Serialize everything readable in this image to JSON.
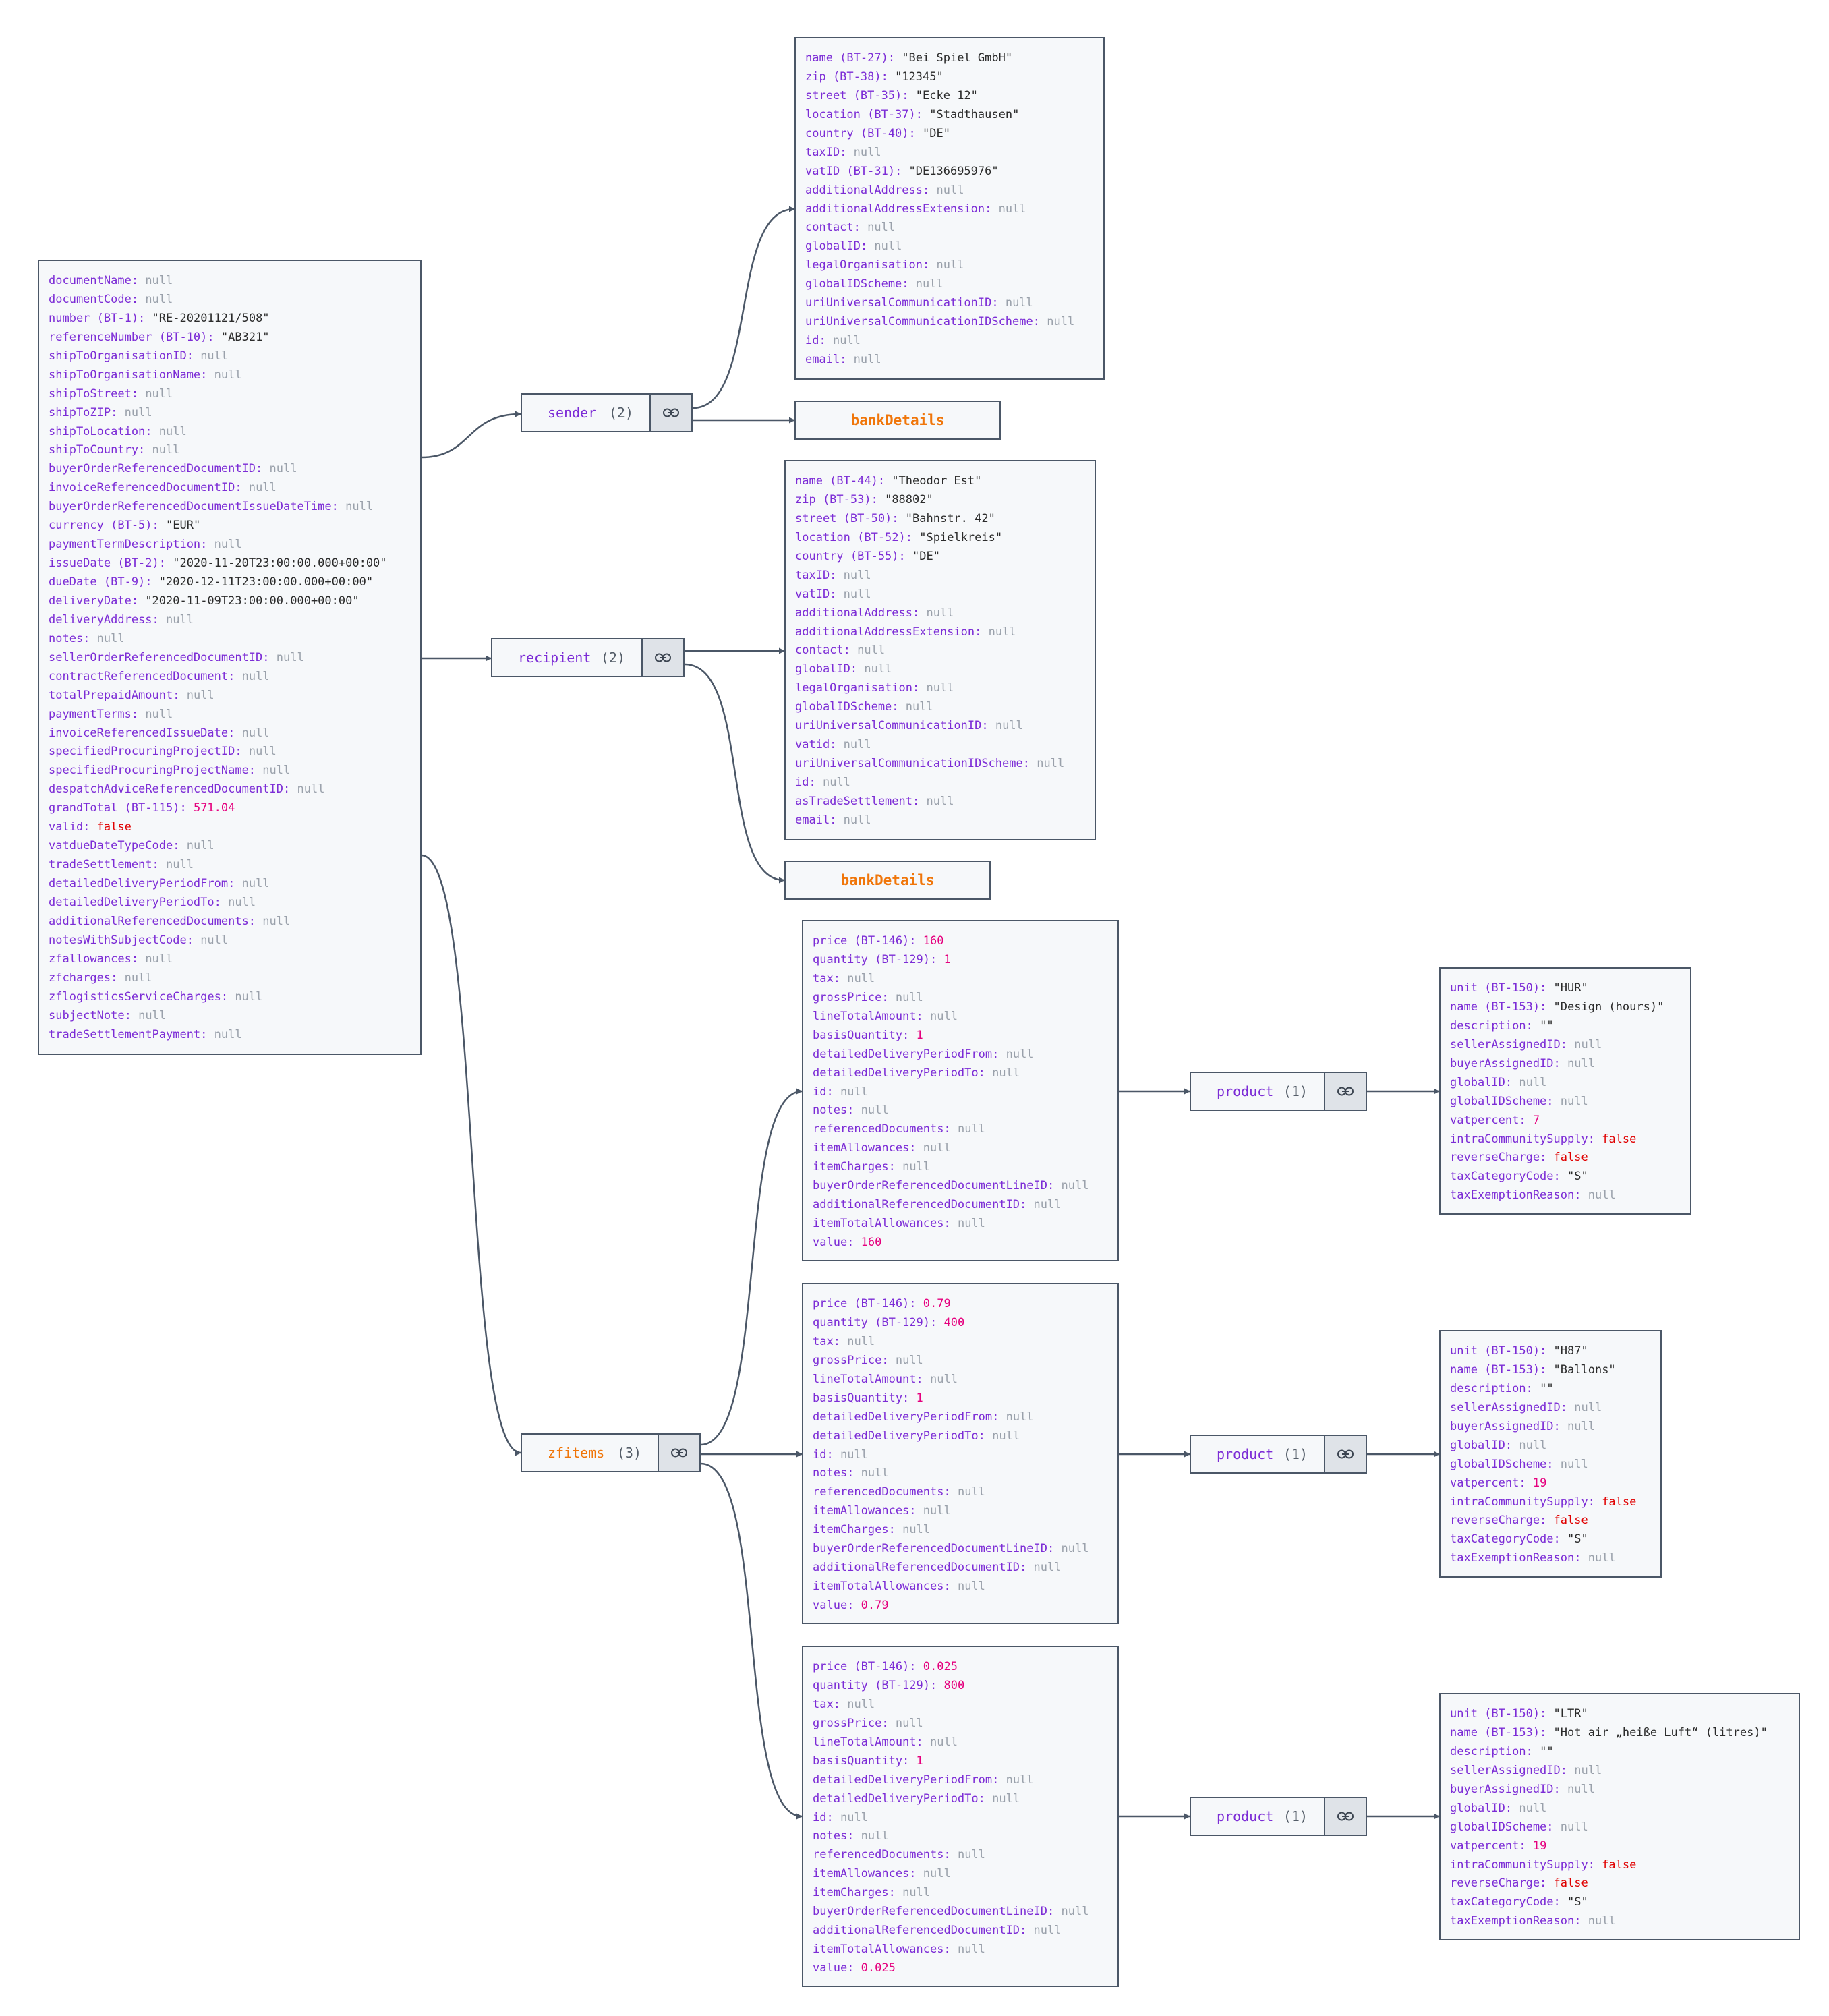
{
  "root": {
    "rows": [
      {
        "k": "documentName:",
        "v": "null",
        "t": "null"
      },
      {
        "k": "documentCode:",
        "v": "null",
        "t": "null"
      },
      {
        "k": "number (BT-1):",
        "v": "\"RE-20201121/508\"",
        "t": "str"
      },
      {
        "k": "referenceNumber (BT-10):",
        "v": "\"AB321\"",
        "t": "str"
      },
      {
        "k": "shipToOrganisationID:",
        "v": "null",
        "t": "null"
      },
      {
        "k": "shipToOrganisationName:",
        "v": "null",
        "t": "null"
      },
      {
        "k": "shipToStreet:",
        "v": "null",
        "t": "null"
      },
      {
        "k": "shipToZIP:",
        "v": "null",
        "t": "null"
      },
      {
        "k": "shipToLocation:",
        "v": "null",
        "t": "null"
      },
      {
        "k": "shipToCountry:",
        "v": "null",
        "t": "null"
      },
      {
        "k": "buyerOrderReferencedDocumentID:",
        "v": "null",
        "t": "null"
      },
      {
        "k": "invoiceReferencedDocumentID:",
        "v": "null",
        "t": "null"
      },
      {
        "k": "buyerOrderReferencedDocumentIssueDateTime:",
        "v": "null",
        "t": "null"
      },
      {
        "k": "currency (BT-5):",
        "v": "\"EUR\"",
        "t": "str"
      },
      {
        "k": "paymentTermDescription:",
        "v": "null",
        "t": "null"
      },
      {
        "k": "issueDate (BT-2):",
        "v": "\"2020-11-20T23:00:00.000+00:00\"",
        "t": "str"
      },
      {
        "k": "dueDate (BT-9):",
        "v": "\"2020-12-11T23:00:00.000+00:00\"",
        "t": "str"
      },
      {
        "k": "deliveryDate:",
        "v": "\"2020-11-09T23:00:00.000+00:00\"",
        "t": "str"
      },
      {
        "k": "deliveryAddress:",
        "v": "null",
        "t": "null"
      },
      {
        "k": "notes:",
        "v": "null",
        "t": "null"
      },
      {
        "k": "sellerOrderReferencedDocumentID:",
        "v": "null",
        "t": "null"
      },
      {
        "k": "contractReferencedDocument:",
        "v": "null",
        "t": "null"
      },
      {
        "k": "totalPrepaidAmount:",
        "v": "null",
        "t": "null"
      },
      {
        "k": "paymentTerms:",
        "v": "null",
        "t": "null"
      },
      {
        "k": "invoiceReferencedIssueDate:",
        "v": "null",
        "t": "null"
      },
      {
        "k": "specifiedProcuringProjectID:",
        "v": "null",
        "t": "null"
      },
      {
        "k": "specifiedProcuringProjectName:",
        "v": "null",
        "t": "null"
      },
      {
        "k": "despatchAdviceReferencedDocumentID:",
        "v": "null",
        "t": "null"
      },
      {
        "k": "grandTotal (BT-115):",
        "v": "571.04",
        "t": "num"
      },
      {
        "k": "valid:",
        "v": "false",
        "t": "bool"
      },
      {
        "k": "vatdueDateTypeCode:",
        "v": "null",
        "t": "null"
      },
      {
        "k": "tradeSettlement:",
        "v": "null",
        "t": "null"
      },
      {
        "k": "detailedDeliveryPeriodFrom:",
        "v": "null",
        "t": "null"
      },
      {
        "k": "detailedDeliveryPeriodTo:",
        "v": "null",
        "t": "null"
      },
      {
        "k": "additionalReferencedDocuments:",
        "v": "null",
        "t": "null"
      },
      {
        "k": "notesWithSubjectCode:",
        "v": "null",
        "t": "null"
      },
      {
        "k": "zfallowances:",
        "v": "null",
        "t": "null"
      },
      {
        "k": "zfcharges:",
        "v": "null",
        "t": "null"
      },
      {
        "k": "zflogisticsServiceCharges:",
        "v": "null",
        "t": "null"
      },
      {
        "k": "subjectNote:",
        "v": "null",
        "t": "null"
      },
      {
        "k": "tradeSettlementPayment:",
        "v": "null",
        "t": "null"
      }
    ]
  },
  "sender": {
    "label": "sender",
    "count": "(2)",
    "rows": [
      {
        "k": "name (BT-27):",
        "v": "\"Bei Spiel GmbH\"",
        "t": "str"
      },
      {
        "k": "zip (BT-38):",
        "v": "\"12345\"",
        "t": "str"
      },
      {
        "k": "street (BT-35):",
        "v": "\"Ecke 12\"",
        "t": "str"
      },
      {
        "k": "location (BT-37):",
        "v": "\"Stadthausen\"",
        "t": "str"
      },
      {
        "k": "country (BT-40):",
        "v": "\"DE\"",
        "t": "str"
      },
      {
        "k": "taxID:",
        "v": "null",
        "t": "null"
      },
      {
        "k": "vatID (BT-31):",
        "v": "\"DE136695976\"",
        "t": "str"
      },
      {
        "k": "additionalAddress:",
        "v": "null",
        "t": "null"
      },
      {
        "k": "additionalAddressExtension:",
        "v": "null",
        "t": "null"
      },
      {
        "k": "contact:",
        "v": "null",
        "t": "null"
      },
      {
        "k": "globalID:",
        "v": "null",
        "t": "null"
      },
      {
        "k": "legalOrganisation:",
        "v": "null",
        "t": "null"
      },
      {
        "k": "globalIDScheme:",
        "v": "null",
        "t": "null"
      },
      {
        "k": "uriUniversalCommunicationID:",
        "v": "null",
        "t": "null"
      },
      {
        "k": "uriUniversalCommunicationIDScheme:",
        "v": "null",
        "t": "null"
      },
      {
        "k": "id:",
        "v": "null",
        "t": "null"
      },
      {
        "k": "email:",
        "v": "null",
        "t": "null"
      }
    ],
    "bank_label": "bankDetails"
  },
  "recipient": {
    "label": "recipient",
    "count": "(2)",
    "rows": [
      {
        "k": "name (BT-44):",
        "v": "\"Theodor Est\"",
        "t": "str"
      },
      {
        "k": "zip (BT-53):",
        "v": "\"88802\"",
        "t": "str"
      },
      {
        "k": "street (BT-50):",
        "v": "\"Bahnstr. 42\"",
        "t": "str"
      },
      {
        "k": "location (BT-52):",
        "v": "\"Spielkreis\"",
        "t": "str"
      },
      {
        "k": "country (BT-55):",
        "v": "\"DE\"",
        "t": "str"
      },
      {
        "k": "taxID:",
        "v": "null",
        "t": "null"
      },
      {
        "k": "vatID:",
        "v": "null",
        "t": "null"
      },
      {
        "k": "additionalAddress:",
        "v": "null",
        "t": "null"
      },
      {
        "k": "additionalAddressExtension:",
        "v": "null",
        "t": "null"
      },
      {
        "k": "contact:",
        "v": "null",
        "t": "null"
      },
      {
        "k": "globalID:",
        "v": "null",
        "t": "null"
      },
      {
        "k": "legalOrganisation:",
        "v": "null",
        "t": "null"
      },
      {
        "k": "globalIDScheme:",
        "v": "null",
        "t": "null"
      },
      {
        "k": "uriUniversalCommunicationID:",
        "v": "null",
        "t": "null"
      },
      {
        "k": "vatid:",
        "v": "null",
        "t": "null"
      },
      {
        "k": "uriUniversalCommunicationIDScheme:",
        "v": "null",
        "t": "null"
      },
      {
        "k": "id:",
        "v": "null",
        "t": "null"
      },
      {
        "k": "asTradeSettlement:",
        "v": "null",
        "t": "null"
      },
      {
        "k": "email:",
        "v": "null",
        "t": "null"
      }
    ],
    "bank_label": "bankDetails"
  },
  "zfitems": {
    "label": "zfitems",
    "count": "(3)",
    "items": [
      {
        "rows": [
          {
            "k": "price (BT-146):",
            "v": "160",
            "t": "num"
          },
          {
            "k": "quantity (BT-129):",
            "v": "1",
            "t": "num"
          },
          {
            "k": "tax:",
            "v": "null",
            "t": "null"
          },
          {
            "k": "grossPrice:",
            "v": "null",
            "t": "null"
          },
          {
            "k": "lineTotalAmount:",
            "v": "null",
            "t": "null"
          },
          {
            "k": "basisQuantity:",
            "v": "1",
            "t": "num"
          },
          {
            "k": "detailedDeliveryPeriodFrom:",
            "v": "null",
            "t": "null"
          },
          {
            "k": "detailedDeliveryPeriodTo:",
            "v": "null",
            "t": "null"
          },
          {
            "k": "id:",
            "v": "null",
            "t": "null"
          },
          {
            "k": "notes:",
            "v": "null",
            "t": "null"
          },
          {
            "k": "referencedDocuments:",
            "v": "null",
            "t": "null"
          },
          {
            "k": "itemAllowances:",
            "v": "null",
            "t": "null"
          },
          {
            "k": "itemCharges:",
            "v": "null",
            "t": "null"
          },
          {
            "k": "buyerOrderReferencedDocumentLineID:",
            "v": "null",
            "t": "null"
          },
          {
            "k": "additionalReferencedDocumentID:",
            "v": "null",
            "t": "null"
          },
          {
            "k": "itemTotalAllowances:",
            "v": "null",
            "t": "null"
          },
          {
            "k": "value:",
            "v": "160",
            "t": "num"
          }
        ],
        "product": {
          "label": "product",
          "count": "(1)",
          "rows": [
            {
              "k": "unit (BT-150):",
              "v": "\"HUR\"",
              "t": "str"
            },
            {
              "k": "name (BT-153):",
              "v": "\"Design (hours)\"",
              "t": "str"
            },
            {
              "k": "description:",
              "v": "\"\"",
              "t": "str"
            },
            {
              "k": "sellerAssignedID:",
              "v": "null",
              "t": "null"
            },
            {
              "k": "buyerAssignedID:",
              "v": "null",
              "t": "null"
            },
            {
              "k": "globalID:",
              "v": "null",
              "t": "null"
            },
            {
              "k": "globalIDScheme:",
              "v": "null",
              "t": "null"
            },
            {
              "k": "vatpercent:",
              "v": "7",
              "t": "num"
            },
            {
              "k": "intraCommunitySupply:",
              "v": "false",
              "t": "bool"
            },
            {
              "k": "reverseCharge:",
              "v": "false",
              "t": "bool"
            },
            {
              "k": "taxCategoryCode:",
              "v": "\"S\"",
              "t": "str"
            },
            {
              "k": "taxExemptionReason:",
              "v": "null",
              "t": "null"
            }
          ]
        }
      },
      {
        "rows": [
          {
            "k": "price (BT-146):",
            "v": "0.79",
            "t": "num"
          },
          {
            "k": "quantity (BT-129):",
            "v": "400",
            "t": "num"
          },
          {
            "k": "tax:",
            "v": "null",
            "t": "null"
          },
          {
            "k": "grossPrice:",
            "v": "null",
            "t": "null"
          },
          {
            "k": "lineTotalAmount:",
            "v": "null",
            "t": "null"
          },
          {
            "k": "basisQuantity:",
            "v": "1",
            "t": "num"
          },
          {
            "k": "detailedDeliveryPeriodFrom:",
            "v": "null",
            "t": "null"
          },
          {
            "k": "detailedDeliveryPeriodTo:",
            "v": "null",
            "t": "null"
          },
          {
            "k": "id:",
            "v": "null",
            "t": "null"
          },
          {
            "k": "notes:",
            "v": "null",
            "t": "null"
          },
          {
            "k": "referencedDocuments:",
            "v": "null",
            "t": "null"
          },
          {
            "k": "itemAllowances:",
            "v": "null",
            "t": "null"
          },
          {
            "k": "itemCharges:",
            "v": "null",
            "t": "null"
          },
          {
            "k": "buyerOrderReferencedDocumentLineID:",
            "v": "null",
            "t": "null"
          },
          {
            "k": "additionalReferencedDocumentID:",
            "v": "null",
            "t": "null"
          },
          {
            "k": "itemTotalAllowances:",
            "v": "null",
            "t": "null"
          },
          {
            "k": "value:",
            "v": "0.79",
            "t": "num"
          }
        ],
        "product": {
          "label": "product",
          "count": "(1)",
          "rows": [
            {
              "k": "unit (BT-150):",
              "v": "\"H87\"",
              "t": "str"
            },
            {
              "k": "name (BT-153):",
              "v": "\"Ballons\"",
              "t": "str"
            },
            {
              "k": "description:",
              "v": "\"\"",
              "t": "str"
            },
            {
              "k": "sellerAssignedID:",
              "v": "null",
              "t": "null"
            },
            {
              "k": "buyerAssignedID:",
              "v": "null",
              "t": "null"
            },
            {
              "k": "globalID:",
              "v": "null",
              "t": "null"
            },
            {
              "k": "globalIDScheme:",
              "v": "null",
              "t": "null"
            },
            {
              "k": "vatpercent:",
              "v": "19",
              "t": "num"
            },
            {
              "k": "intraCommunitySupply:",
              "v": "false",
              "t": "bool"
            },
            {
              "k": "reverseCharge:",
              "v": "false",
              "t": "bool"
            },
            {
              "k": "taxCategoryCode:",
              "v": "\"S\"",
              "t": "str"
            },
            {
              "k": "taxExemptionReason:",
              "v": "null",
              "t": "null"
            }
          ]
        }
      },
      {
        "rows": [
          {
            "k": "price (BT-146):",
            "v": "0.025",
            "t": "num"
          },
          {
            "k": "quantity (BT-129):",
            "v": "800",
            "t": "num"
          },
          {
            "k": "tax:",
            "v": "null",
            "t": "null"
          },
          {
            "k": "grossPrice:",
            "v": "null",
            "t": "null"
          },
          {
            "k": "lineTotalAmount:",
            "v": "null",
            "t": "null"
          },
          {
            "k": "basisQuantity:",
            "v": "1",
            "t": "num"
          },
          {
            "k": "detailedDeliveryPeriodFrom:",
            "v": "null",
            "t": "null"
          },
          {
            "k": "detailedDeliveryPeriodTo:",
            "v": "null",
            "t": "null"
          },
          {
            "k": "id:",
            "v": "null",
            "t": "null"
          },
          {
            "k": "notes:",
            "v": "null",
            "t": "null"
          },
          {
            "k": "referencedDocuments:",
            "v": "null",
            "t": "null"
          },
          {
            "k": "itemAllowances:",
            "v": "null",
            "t": "null"
          },
          {
            "k": "itemCharges:",
            "v": "null",
            "t": "null"
          },
          {
            "k": "buyerOrderReferencedDocumentLineID:",
            "v": "null",
            "t": "null"
          },
          {
            "k": "additionalReferencedDocumentID:",
            "v": "null",
            "t": "null"
          },
          {
            "k": "itemTotalAllowances:",
            "v": "null",
            "t": "null"
          },
          {
            "k": "value:",
            "v": "0.025",
            "t": "num"
          }
        ],
        "product": {
          "label": "product",
          "count": "(1)",
          "rows": [
            {
              "k": "unit (BT-150):",
              "v": "\"LTR\"",
              "t": "str"
            },
            {
              "k": "name (BT-153):",
              "v": "\"Hot air „heiße Luft“ (litres)\"",
              "t": "str"
            },
            {
              "k": "description:",
              "v": "\"\"",
              "t": "str"
            },
            {
              "k": "sellerAssignedID:",
              "v": "null",
              "t": "null"
            },
            {
              "k": "buyerAssignedID:",
              "v": "null",
              "t": "null"
            },
            {
              "k": "globalID:",
              "v": "null",
              "t": "null"
            },
            {
              "k": "globalIDScheme:",
              "v": "null",
              "t": "null"
            },
            {
              "k": "vatpercent:",
              "v": "19",
              "t": "num"
            },
            {
              "k": "intraCommunitySupply:",
              "v": "false",
              "t": "bool"
            },
            {
              "k": "reverseCharge:",
              "v": "false",
              "t": "bool"
            },
            {
              "k": "taxCategoryCode:",
              "v": "\"S\"",
              "t": "str"
            },
            {
              "k": "taxExemptionReason:",
              "v": "null",
              "t": "null"
            }
          ]
        }
      }
    ]
  },
  "colors": {
    "key": "#7c2cd6",
    "null": "#9aa1ab",
    "string": "#2b2b2b",
    "number": "#e5007e",
    "boolean": "#e00000",
    "orange": "#f0760a",
    "border": "#4b5767",
    "box_bg": "#f6f8fa"
  },
  "icons": {
    "link": "link-icon"
  }
}
